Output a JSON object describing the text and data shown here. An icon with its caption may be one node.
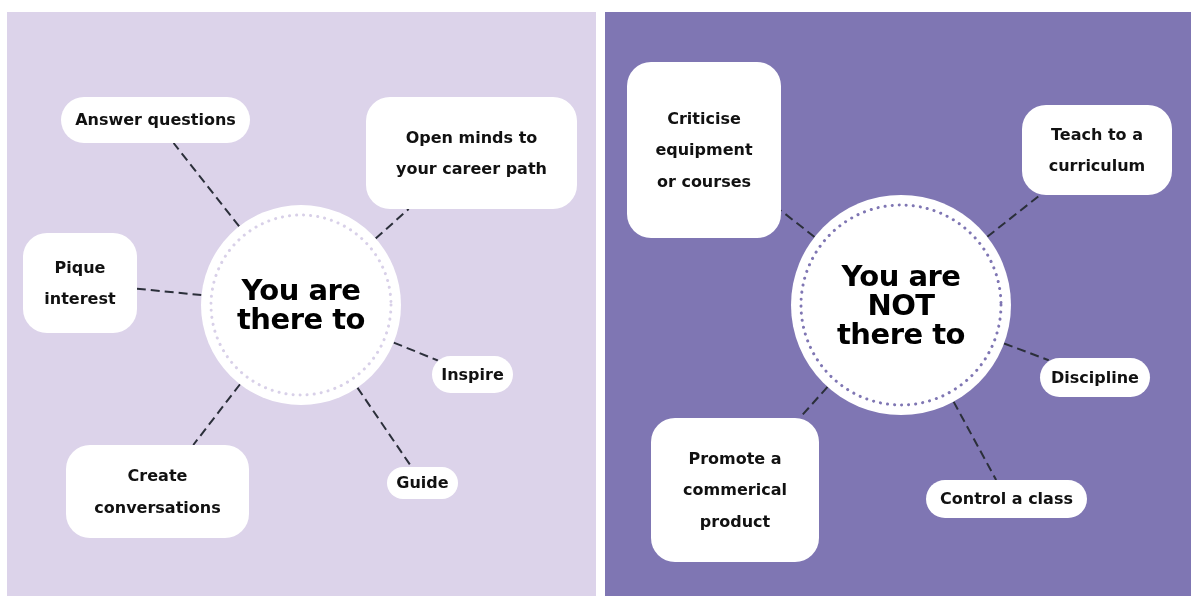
{
  "diagram": {
    "nodes": [
      {
        "text": [
          "You are there to"
        ]
      },
      {
        "text": [
          "Answer questions"
        ]
      },
      {
        "text": [
          "Open minds to your career path"
        ]
      },
      {
        "text": [
          "Pique interest"
        ]
      },
      {
        "text": [
          "Inspire"
        ]
      },
      {
        "text": [
          "Create conversations"
        ]
      },
      {
        "text": [
          "Guide"
        ]
      },
      {
        "text": [
          "You are NOT there to"
        ]
      },
      {
        "text": [
          "Criticise equipment or courses"
        ]
      },
      {
        "text": [
          "Teach to a curriculum"
        ]
      },
      {
        "text": [
          "Discipline"
        ]
      },
      {
        "text": [
          "Promote a commerical product"
        ]
      },
      {
        "text": [
          "Control a class"
        ]
      }
    ],
    "edges": [
      {
        "from": 0,
        "to": 1,
        "arrow": "none",
        "style": "dashed"
      },
      {
        "from": 0,
        "to": 2,
        "arrow": "none",
        "style": "dashed"
      },
      {
        "from": 0,
        "to": 3,
        "arrow": "none",
        "style": "dashed"
      },
      {
        "from": 0,
        "to": 4,
        "arrow": "none",
        "style": "dashed"
      },
      {
        "from": 0,
        "to": 5,
        "arrow": "none",
        "style": "dashed"
      },
      {
        "from": 0,
        "to": 6,
        "arrow": "none",
        "style": "dashed"
      },
      {
        "from": 7,
        "to": 8,
        "arrow": "none",
        "style": "dashed"
      },
      {
        "from": 7,
        "to": 9,
        "arrow": "none",
        "style": "dashed"
      },
      {
        "from": 7,
        "to": 10,
        "arrow": "none",
        "style": "dashed"
      },
      {
        "from": 7,
        "to": 11,
        "arrow": "none",
        "style": "dashed"
      },
      {
        "from": 7,
        "to": 12,
        "arrow": "none",
        "style": "dashed"
      }
    ]
  }
}
